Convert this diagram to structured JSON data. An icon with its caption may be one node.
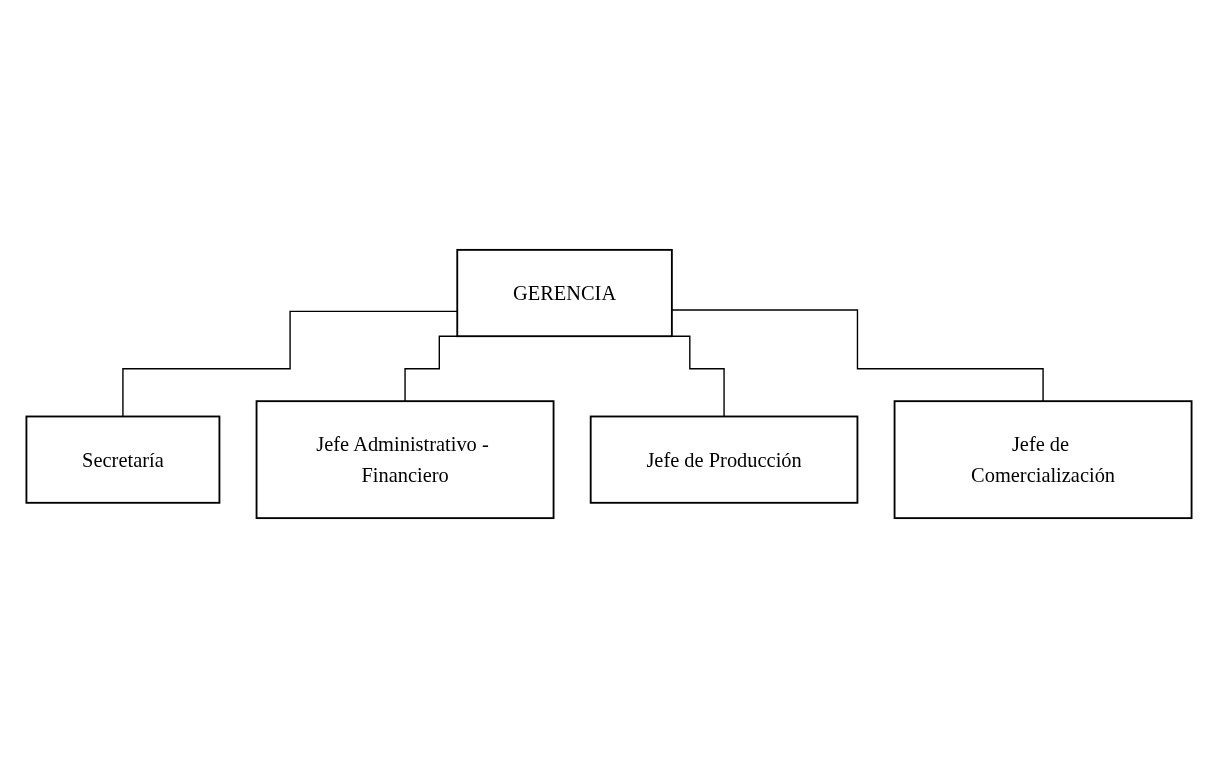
{
  "diagram": {
    "nodes": [
      {
        "text": [
          "GERENCIA"
        ]
      },
      {
        "text": [
          "Secretaría"
        ]
      },
      {
        "text": [
          "Jefe Administrativo - Financiero"
        ]
      },
      {
        "text": [
          "Jefe de Producción"
        ]
      },
      {
        "text": [
          "Jefe de Comercialización"
        ]
      }
    ],
    "edges": [
      {
        "from": 0,
        "to": 1,
        "arrow": "none"
      },
      {
        "from": 0,
        "to": 2,
        "arrow": "none"
      },
      {
        "from": 0,
        "to": 3,
        "arrow": "none"
      },
      {
        "from": 0,
        "to": 4,
        "arrow": "none"
      }
    ]
  }
}
